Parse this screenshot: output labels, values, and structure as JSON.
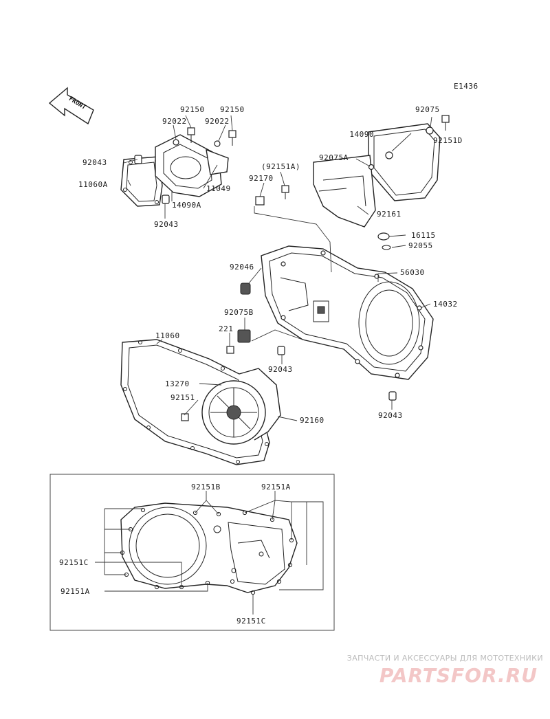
{
  "diagram": {
    "code": "E1436",
    "direction_label": "FRONT",
    "parts": [
      "92150",
      "92022",
      "92150",
      "92022",
      "92043",
      "11060A",
      "14090A",
      "11049",
      "92043",
      "92075",
      "14090",
      "92151D",
      "92075A",
      "(92151A)",
      "92170",
      "92161",
      "16115",
      "92055",
      "92046",
      "56030",
      "14032",
      "92075B",
      "221",
      "11060",
      "92043",
      "13270",
      "92151",
      "92160",
      "92043"
    ],
    "inset_parts": [
      "92151B",
      "92151A",
      "92151C",
      "92151A",
      "92151C"
    ]
  },
  "watermark": {
    "tagline": "ЗАПЧАСТИ И АКСЕССУАРЫ ДЛЯ МОТОТЕХНИКИ",
    "logo": "PARTSFOR.RU"
  }
}
